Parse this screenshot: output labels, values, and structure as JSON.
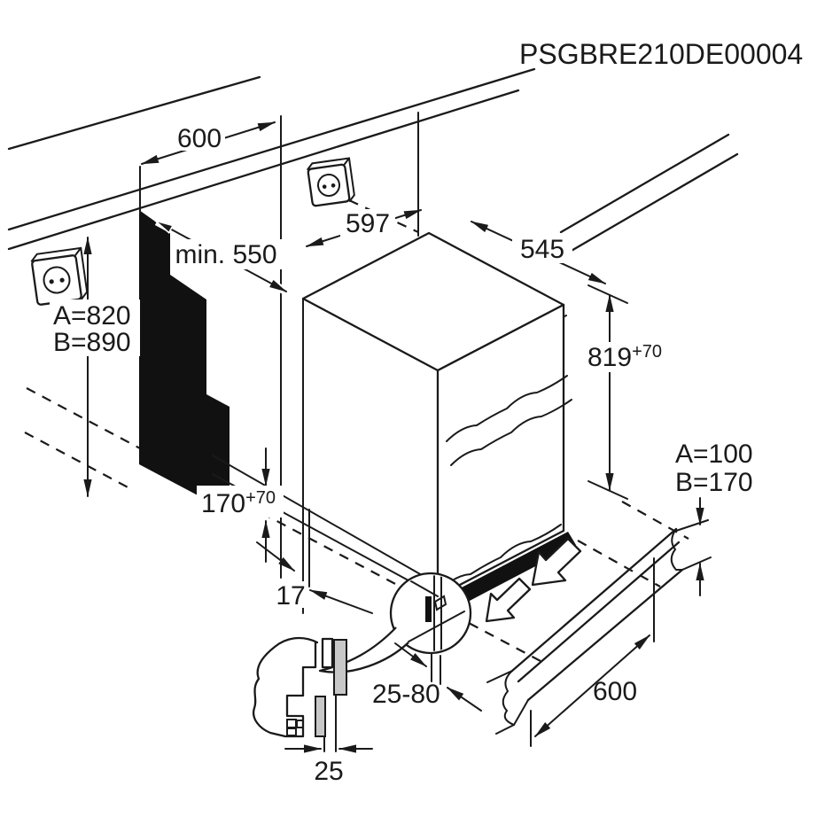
{
  "title": "PSGBRE210DE00004",
  "colors": {
    "line": "#1a1a1a",
    "shadow_fill": "#111111",
    "panel_gray": "#c8c8c8",
    "background": "#ffffff"
  },
  "icons": {
    "socket_left": "power-socket-icon",
    "socket_right": "power-socket-icon",
    "install_arrows": "block-arrow-down-left-icon",
    "detail_balloon": "magnifier-balloon-icon"
  },
  "dimensions": {
    "niche_width": "600",
    "niche_depth": "min. 550",
    "appliance_width": "597",
    "appliance_depth": "545",
    "niche_height_a": "A=820",
    "niche_height_b": "B=890",
    "appliance_height": {
      "base": "819",
      "tolerance": "+70"
    },
    "plinth_recess_height": {
      "base": "170",
      "tolerance": "+70"
    },
    "side_clearance": "17",
    "plinth_height_a": "A=100",
    "plinth_height_b": "B=170",
    "plinth_recess_depth": "25-80",
    "plinth_length": "600",
    "panel_gap": "25"
  }
}
